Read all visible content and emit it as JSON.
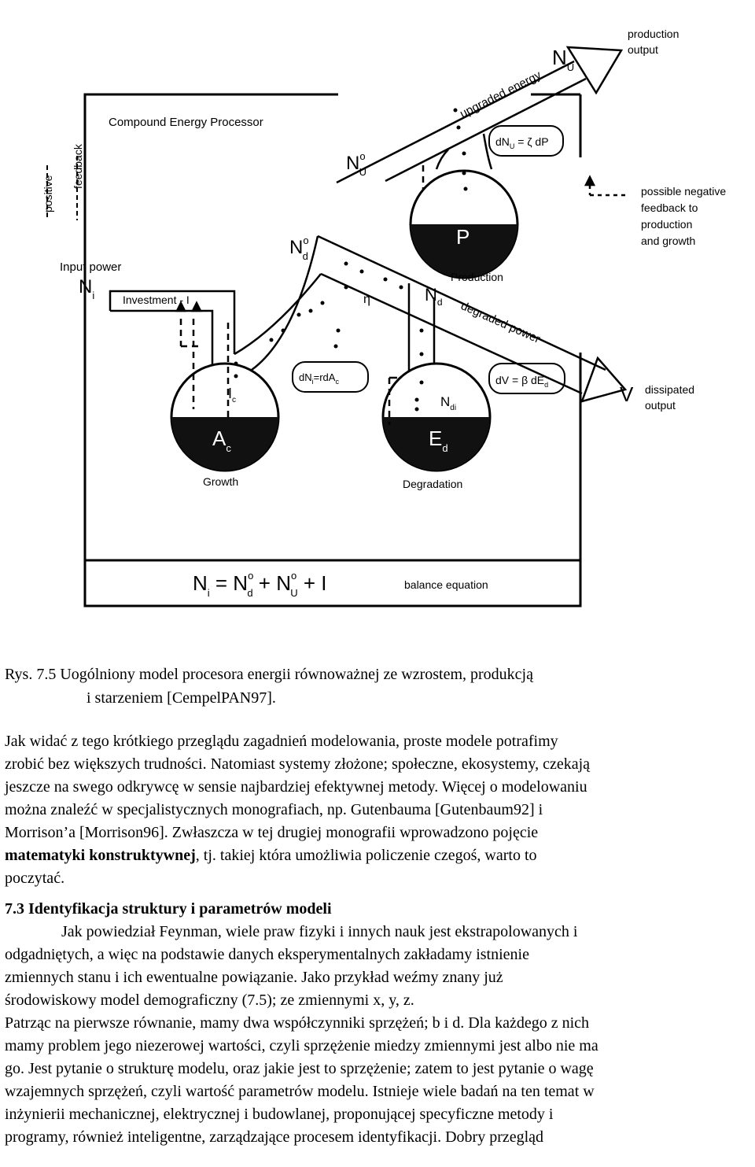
{
  "figure": {
    "title": "Compound Energy Processor",
    "positive_feedback": [
      "positive",
      "feedback"
    ],
    "input_power": "Input power",
    "n_i": "N",
    "n_i_sub": "i",
    "investment": "Investment - I",
    "production_output": [
      "production",
      "output"
    ],
    "n_u": "N",
    "n_u_sub": "U",
    "upgraded_energy": "upgraded energy",
    "dnu_formula": "dN",
    "dnu_sub": "U",
    "dnu_rest": " = ζ dP",
    "n0_u": "N",
    "n0_u_sup": "o",
    "n0_u_sub": "U",
    "possible_negative": [
      "possible negative",
      "feedback to",
      "production",
      "and growth"
    ],
    "p_label": "P",
    "production": "Production",
    "n0_d": "N",
    "n0_d_sup": "o",
    "n0_d_sub": "d",
    "eta": "η",
    "n_d": "N",
    "n_d_sub": "d",
    "degraded_power": "degraded power",
    "dni_formula": "dN",
    "dni_sub": "i",
    "dni_rest": "=rdA",
    "dni_sub2": "c",
    "dv_formula": "dV = β dE",
    "dv_sub": "d",
    "v_label": "V",
    "dissipated_output": [
      "dissipated",
      "output"
    ],
    "ic": "I",
    "ic_sub": "c",
    "ac": "A",
    "ac_sub": "c",
    "growth": "Growth",
    "ndi": "N",
    "ndi_sub": "di",
    "ed": "E",
    "ed_sub": "d",
    "degradation": "Degradation",
    "balance": {
      "ni": "N",
      "ni_sub": "i",
      "eq": " = N",
      "nd_sup": "o",
      "nd_sub": "d",
      "plus": " + N",
      "nu_sup": "o",
      "nu_sub": "U",
      "plus_i": " + I"
    },
    "balance_equation": "balance equation"
  },
  "caption": {
    "line1": "Rys. 7.5   Uogólniony model procesora energii równoważnej ze wzrostem, produkcją",
    "line2": "i starzeniem [CempelPAN97]."
  },
  "paragraph1": [
    "Jak widać z tego krótkiego przeglądu zagadnień modelowania, proste modele potrafimy",
    "zrobić bez większych trudności. Natomiast systemy złożone; społeczne, ekosystemy, czekają",
    "jeszcze na swego odkrywcę w sensie najbardziej efektywnej metody. Więcej o modelowaniu",
    "można znaleźć w specjalistycznych monografiach, np.  Gutenbauma [Gutenbaum92] i",
    "Morrison’a [Morrison96].  Zwłaszcza w tej drugiej monografii wprowadzono pojęcie"
  ],
  "p1_bold": "matematyki konstruktywnej",
  "p1_rest": ", tj. takiej która umożliwia policzenie czegoś, warto to",
  "p1_last": "poczytać.",
  "section_heading": "7.3 Identyfikacja struktury i parametrów modeli",
  "paragraph2": [
    "Jak powiedział Feynman, wiele praw fizyki i innych nauk jest ekstrapolowanych i",
    "odgadniętych, a więc na podstawie danych eksperymentalnych zakładamy istnienie",
    "zmiennych stanu i ich ewentualne powiązanie. Jako przykład weźmy znany już",
    "środowiskowy model demograficzny (7.5); ze zmiennymi x, y, z.",
    "Patrząc na pierwsze równanie, mamy dwa współczynniki sprzężeń; b i d. Dla każdego z nich",
    "mamy problem jego niezerowej wartości, czyli sprzężenie miedzy zmiennymi jest albo nie ma",
    "go. Jest pytanie o strukturę modelu, oraz jakie jest  to sprzężenie; zatem to jest pytanie o wagę",
    "wzajemnych sprzężeń, czyli wartość parametrów modelu. Istnieje wiele badań na ten temat w",
    "inżynierii mechanicznej, elektrycznej i budowlanej, proponującej specyficzne metody i",
    "programy, również  inteligentne, zarządzające procesem identyfikacji. Dobry przegląd"
  ]
}
